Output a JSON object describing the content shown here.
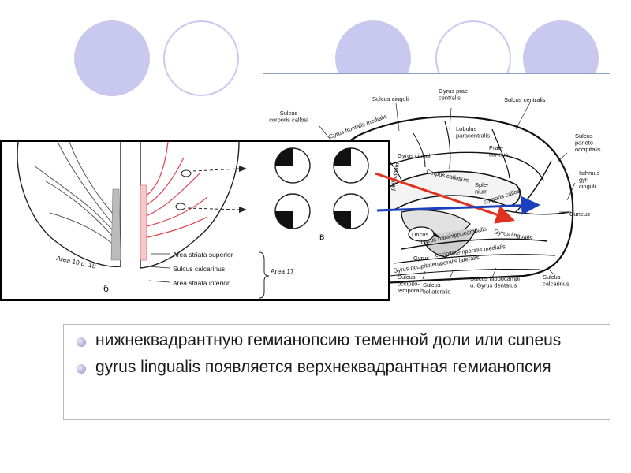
{
  "brain_labels": {
    "sulcus_cinguli": "Sulcus cinguli",
    "gyrus_praecentralis": "Gyrus prae-\ncentralis",
    "sulcus_centralis": "Sulcus centralis",
    "sulcus_corporis_callosi": "Sulcus\ncorporis callosi",
    "gyrus_frontalis_medialis": "Gyrus frontalis medialis",
    "lobulus_paracentralis": "Lobulus\nparacentralis",
    "sulcus_parieto_occipitalis": "Sulcus\nparieto-\noccipitalis",
    "praecuneus": "Prae-\ncuneus",
    "gyrus_cinguli": "Gyrus cinguli",
    "isthmus_gyri_cinguli": "Isthmus\ngyri\ncinguli",
    "corpus_callosum": "Corpus callosum",
    "splenium": "Sple-\nnium",
    "corporis_callosi": "corporis callosi",
    "cuneus": "Cuneus",
    "gyrus_lingualis": "Gyrus lingualis",
    "uncus": "Uncus",
    "gyrus_parahippocampalis": "Gyrus parahippocampalis",
    "gyrus": "Gyrus",
    "occipitotemporalis_medialis": "occipitotemporalis medialis",
    "gyrus_occipitotemporalis_lateralis": "Gyrus occipitotemporalis lateralis",
    "sulcus_occipitotemporalis": "Sulcus\noccipito-\ntemporalis",
    "sulcus_collateralis": "Sulcus\ncollateralis",
    "sulcus_hippocampi": "Sulcus hippocampi\nu. Gyrus dentatus",
    "sulcus_calcarinus": "Sulcus\ncalcarinus",
    "pellucidum": "pellucidum"
  },
  "vision_labels": {
    "area_19_18": "Area 19 u. 18",
    "area_striata_superior": "Area striata superior",
    "sulcus_calcarinus": "Sulcus calcarinus",
    "area_striata_inferior": "Area striata inferior",
    "area_17": "Area 17",
    "letter_b": "б",
    "letter_v": "в"
  },
  "bullets": [
    "нижнеквадрантную гемианопсию теменной доли или cuneus",
    "gyrus lingualis появляется верхнеквадрантная гемианопсия"
  ],
  "colors": {
    "decor": "#c9c9ef",
    "arrow_red": "#e03020",
    "arrow_blue": "#1a3fbf",
    "radiation_red": "#e04050"
  }
}
